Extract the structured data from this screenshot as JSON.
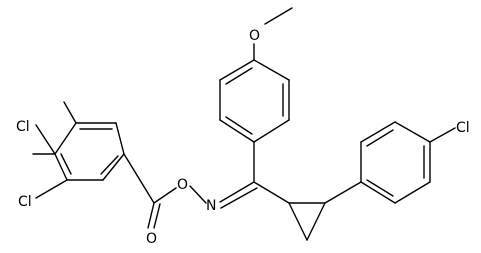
{
  "structure": {
    "labels": {
      "cl_a": "Cl",
      "cl_b": "Cl",
      "cl_c": "Cl",
      "o_methoxy": "O",
      "o_ester_ring": "O",
      "o_carbonyl": "O",
      "n_oxime": "N"
    },
    "colors": {
      "bond": "#000000",
      "label": "#000000",
      "background": "#ffffff"
    }
  }
}
